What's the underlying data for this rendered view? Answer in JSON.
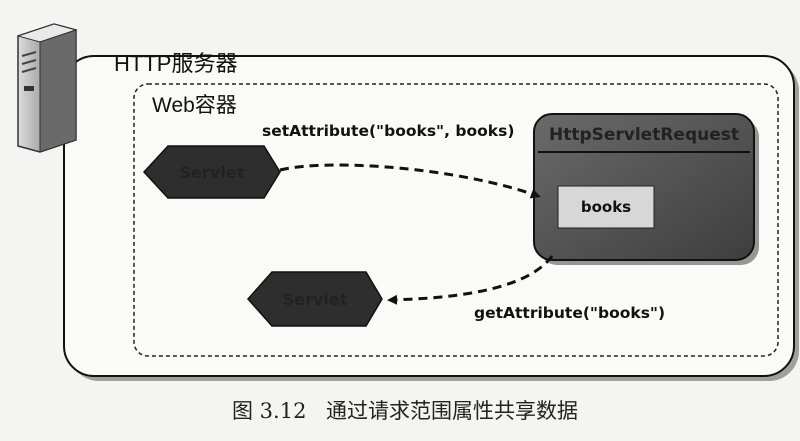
{
  "http_server": {
    "label": "HTTP服务器"
  },
  "web_container": {
    "label": "Web容器"
  },
  "servlet_top": {
    "label": "Servlet"
  },
  "servlet_bottom": {
    "label": "Servlet"
  },
  "request": {
    "title": "HttpServletRequest",
    "attribute": "books"
  },
  "arrows": {
    "set": "setAttribute(\"books\", books)",
    "get": "getAttribute(\"books\")"
  },
  "caption": {
    "number": "图 3.12",
    "text": "通过请求范围属性共享数据"
  }
}
